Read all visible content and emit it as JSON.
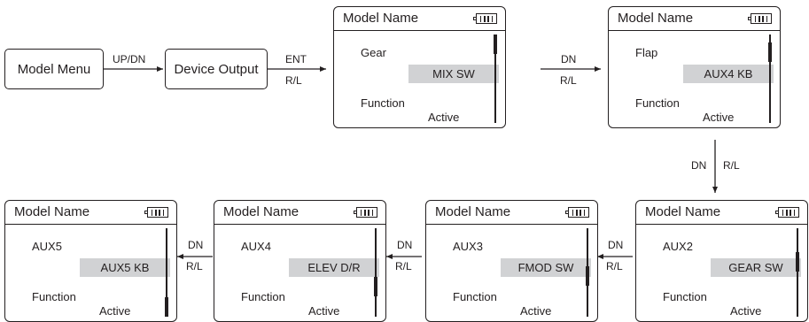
{
  "flow": {
    "model_menu": "Model Menu",
    "device_output": "Device Output",
    "edge_updn": "UP/DN",
    "edge_ent_top": "ENT",
    "edge_ent_bottom": "R/L",
    "edge_dn_1_top": "DN",
    "edge_dn_1_bottom": "R/L",
    "edge_dn_down_left": "DN",
    "edge_dn_down_right": "R/L",
    "edge_dn_2_top": "DN",
    "edge_dn_2_bottom": "R/L",
    "edge_dn_3_top": "DN",
    "edge_dn_3_bottom": "R/L",
    "edge_dn_4_top": "DN",
    "edge_dn_4_bottom": "R/L"
  },
  "screens": [
    {
      "title": "Model Name",
      "channel": "Gear",
      "switch": "MIX SW",
      "function_label": "Function",
      "function_value": "Active",
      "scroll_fraction": 0.0,
      "battery_icon": "battery-icon"
    },
    {
      "title": "Model Name",
      "channel": "Flap",
      "switch": "AUX4 KB",
      "function_label": "Function",
      "function_value": "Active",
      "scroll_fraction": 0.12,
      "battery_icon": "battery-icon"
    },
    {
      "title": "Model Name",
      "channel": "AUX2",
      "switch": "GEAR  SW",
      "function_label": "Function",
      "function_value": "Active",
      "scroll_fraction": 0.35,
      "battery_icon": "battery-icon"
    },
    {
      "title": "Model Name",
      "channel": "AUX3",
      "switch": "FMOD SW",
      "function_label": "Function",
      "function_value": "Active",
      "scroll_fraction": 0.55,
      "battery_icon": "battery-icon"
    },
    {
      "title": "Model Name",
      "channel": "AUX4",
      "switch": "ELEV D/R",
      "function_label": "Function",
      "function_value": "Active",
      "scroll_fraction": 0.7,
      "battery_icon": "battery-icon"
    },
    {
      "title": "Model Name",
      "channel": "AUX5",
      "switch": "AUX5 KB",
      "function_label": "Function",
      "function_value": "Active",
      "scroll_fraction": 1.0,
      "battery_icon": "battery-icon"
    }
  ],
  "colors": {
    "line": "#231f20",
    "switch_fill": "#d1d2d4"
  }
}
